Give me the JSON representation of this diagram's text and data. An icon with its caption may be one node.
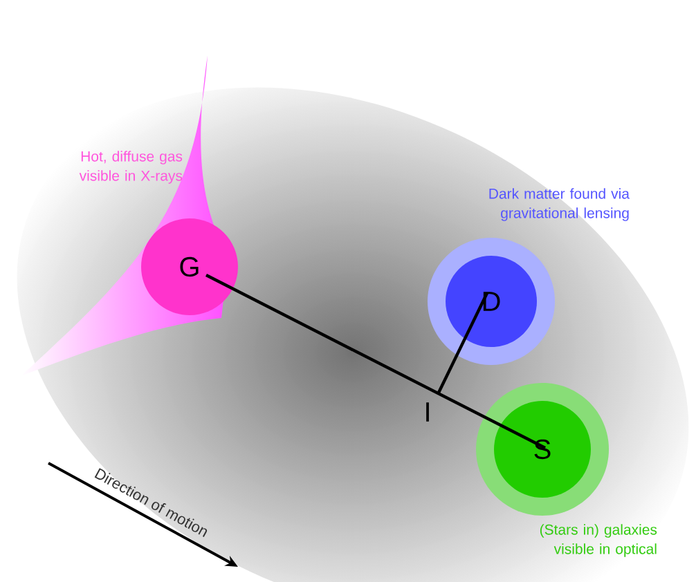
{
  "diagram": {
    "nodes": [
      {
        "text": [
          "G"
        ],
        "beside": [
          "Hot, diffuse gas visible in X-rays"
        ]
      },
      {
        "text": [
          "D"
        ],
        "beside": [
          "Dark matter found via gravitational lensing"
        ]
      },
      {
        "text": [
          "I"
        ]
      },
      {
        "text": [
          "S"
        ],
        "beside": [
          "(Stars in) galaxies visible in optical"
        ]
      }
    ],
    "edges": [
      {
        "from": 0,
        "to": 3,
        "arrow": "none"
      },
      {
        "from": 1,
        "to": 2,
        "arrow": "none"
      }
    ],
    "labels": [
      "Direction of motion"
    ]
  }
}
